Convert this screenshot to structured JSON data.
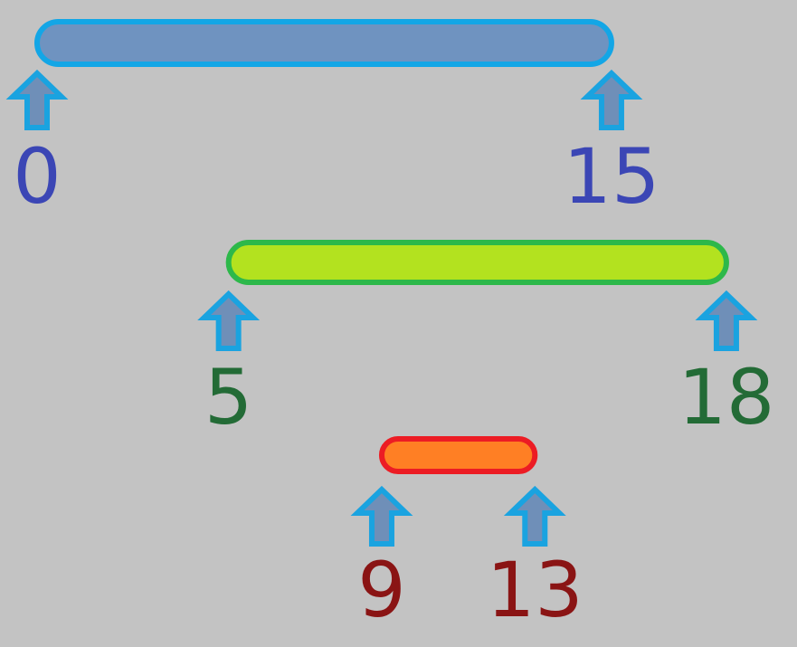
{
  "background_color": "#c3c3c3",
  "arrow_fill": "#6f8fb8",
  "arrow_stroke": "#1aa3e0",
  "intervals": [
    {
      "name": "blue-interval",
      "start": 0,
      "end": 15,
      "start_label": "0",
      "end_label": "15",
      "bar_fill": "#6f93c0",
      "bar_stroke": "#13a6e6",
      "label_color": "#3b46b5"
    },
    {
      "name": "green-interval",
      "start": 5,
      "end": 18,
      "start_label": "5",
      "end_label": "18",
      "bar_fill": "#b3e21f",
      "bar_stroke": "#2db84a",
      "label_color": "#236b36"
    },
    {
      "name": "red-interval",
      "start": 9,
      "end": 13,
      "start_label": "9",
      "end_label": "13",
      "bar_fill": "#ff7f24",
      "bar_stroke": "#ec1c24",
      "label_color": "#8a1414"
    }
  ]
}
